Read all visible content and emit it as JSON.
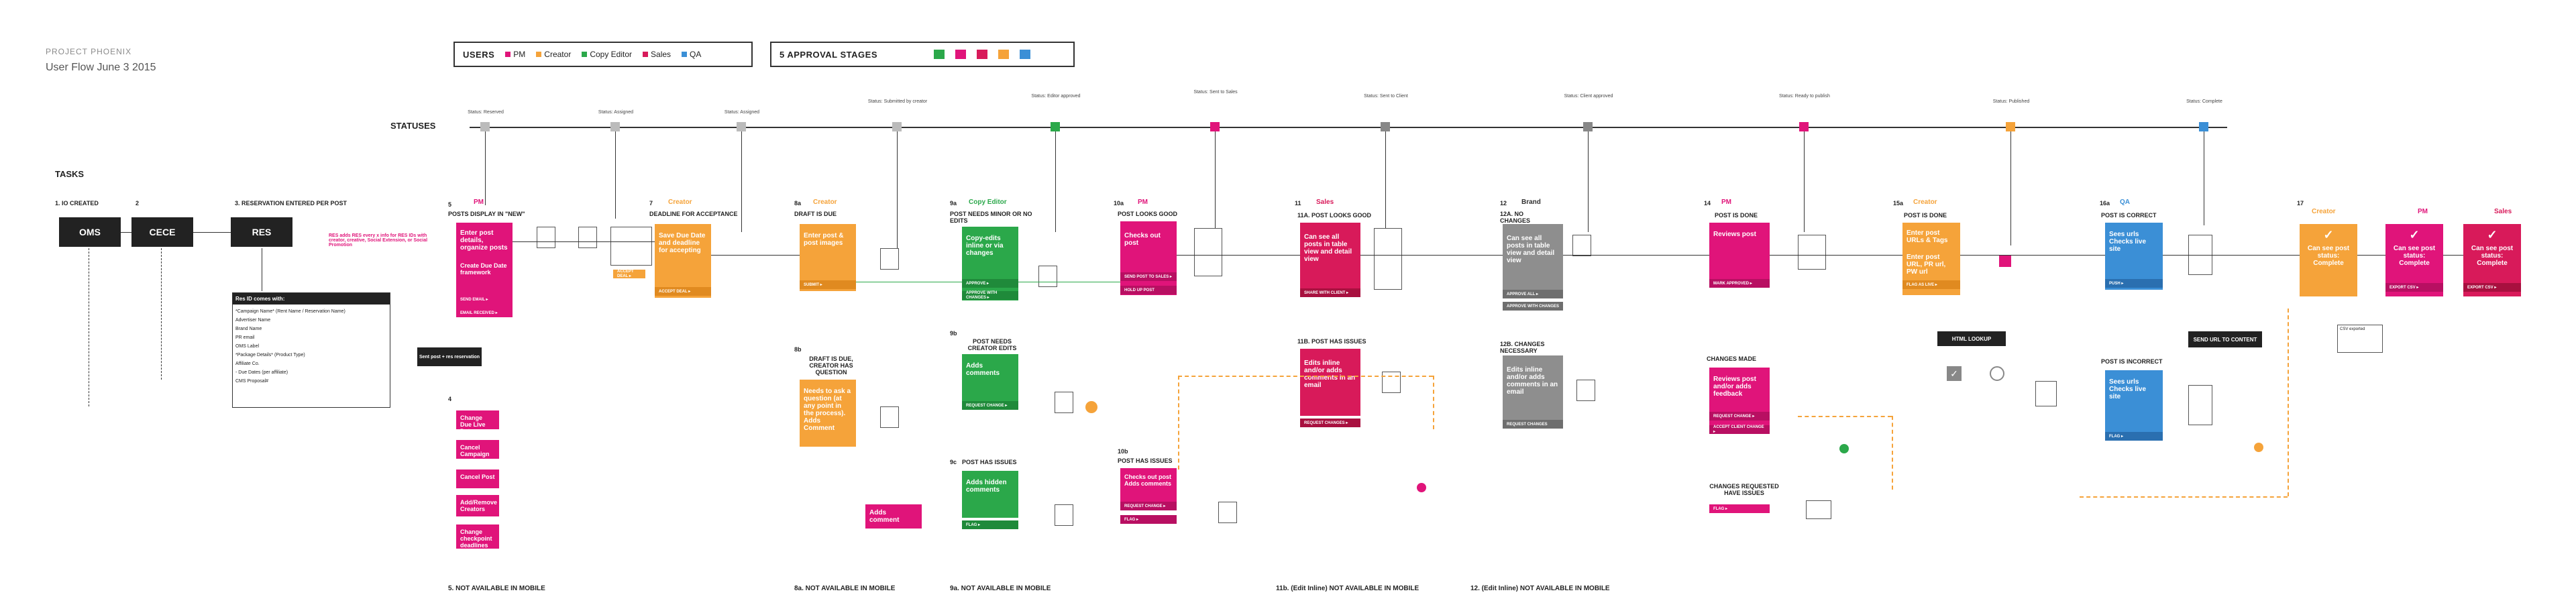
{
  "header": {
    "project": "PROJECT PHOENIX",
    "subtitle": "User Flow June 3 2015"
  },
  "legend_users": {
    "title": "USERS",
    "roles": [
      {
        "label": "PM",
        "color": "#e0147a"
      },
      {
        "label": "Creator",
        "color": "#f5a33a"
      },
      {
        "label": "Copy Editor",
        "color": "#2ba84a"
      },
      {
        "label": "Sales",
        "color": "#d81a5a"
      },
      {
        "label": "QA",
        "color": "#3b8fd6"
      }
    ]
  },
  "legend_stages": {
    "title": "5 APPROVAL STAGES",
    "colors": [
      "#2ba84a",
      "#e0147a",
      "#d81a5a",
      "#f5a33a",
      "#3b8fd6"
    ]
  },
  "labels": {
    "statuses": "STATUSES",
    "tasks": "TASKS"
  },
  "tasks": {
    "t1": "1. IO CREATED",
    "t2": "2",
    "t3": "3. RESERVATION ENTERED PER POST",
    "oms": "OMS",
    "cece": "CECE",
    "res": "RES",
    "t4": "4",
    "t5": "5",
    "t5_role": "PM",
    "t5_title": "POSTS DISPLAY IN \"NEW\"",
    "t7": "7",
    "t7_role": "Creator",
    "t7_title": "DEADLINE FOR ACCEPTANCE",
    "t8a": "8a",
    "t8a_role": "Creator",
    "t8a_title": "DRAFT IS DUE",
    "t8b": "8b",
    "t8b_title": "DRAFT IS DUE, CREATOR HAS QUESTION",
    "t9a": "9a",
    "t9a_role": "Copy Editor",
    "t9a_title": "POST NEEDS MINOR OR NO EDITS",
    "t9b": "9b",
    "t9b_title": "POST NEEDS CREATOR EDITS",
    "t9c": "9c",
    "t9c_title": "POST HAS ISSUES",
    "t10a": "10a",
    "t10a_role": "PM",
    "t10a_title": "POST LOOKS GOOD",
    "t10b": "10b",
    "t10b_title": "POST HAS ISSUES",
    "t11": "11",
    "t11_role": "Sales",
    "t11a_title": "11a. POST LOOKS GOOD",
    "t11b_title": "11b. POST HAS ISSUES",
    "t12": "12",
    "t12_role": "Brand",
    "t12a_title": "12a. NO CHANGES",
    "t12b_title": "12b. CHANGES NECESSARY",
    "t14": "14",
    "t14_role": "PM",
    "t14a_title": "POST IS DONE",
    "t14b_title": "CHANGES MADE",
    "t14c_title": "CHANGES REQUESTED HAVE ISSUES",
    "t15": "15a",
    "t15_role": "Creator",
    "t15_title": "POST IS DONE",
    "t16": "16a",
    "t16_role": "QA",
    "t16_title": "POST IS CORRECT",
    "t16b_title": "POST IS INCORRECT",
    "t17": "17",
    "t17_roles": [
      "Creator",
      "PM",
      "Sales"
    ]
  },
  "boxes": {
    "b5a": "Enter post details, organize posts",
    "b5b": "Create Due Date framework",
    "b5c": "SEND EMAIL ▸",
    "b5d": "EMAIL RECEIVED ▸",
    "b7": "Save Due Date and deadline for accepting",
    "b7btn": "ACCEPT DEAL ▸",
    "b8a": "Enter post & post images",
    "b8abtn": "SUBMIT ▸",
    "b8b": "Needs to ask a question (at any point in the process). Adds Comment",
    "b8bcomment": "Adds comment",
    "b9a": "Copy-edits inline or via changes",
    "b9abtn1": "APPROVE ▸",
    "b9abtn2": "APPROVE WITH CHANGES ▸",
    "b9b": "Adds comments",
    "b9bbtn": "REQUEST CHANGE ▸",
    "b9c": "Adds hidden comments",
    "b9cbtn": "FLAG ▸",
    "b10a": "Checks out post",
    "b10abtn1": "SEND POST TO SALES ▸",
    "b10abtn2": "HOLD UP POST",
    "b10b": "Checks out post Adds comments",
    "b10bbtn1": "REQUEST CHANGE ▸",
    "b10bbtn2": "FLAG ▸",
    "b11a": "Can see all posts in table view and detail view",
    "b11abtn": "SHARE WITH CLIENT ▸",
    "b11b": "Edits inline and/or adds comments in an email",
    "b11bbtn": "REQUEST CHANGES ▸",
    "b12a": "Can see all posts in table view and detail view",
    "b12abtn1": "APPROVE ALL ▸",
    "b12abtn2": "APPROVE WITH CHANGES",
    "b12b": "Edits inline and/or adds comments in an email",
    "b12bbtn": "REQUEST CHANGES",
    "b14a": "Reviews post",
    "b14abtn": "MARK APPROVED ▸",
    "b14b": "Reviews post and/or adds feedback",
    "b14bbtn1": "REQUEST CHANGE ▸",
    "b14bbtn2": "ACCEPT CLIENT CHANGE ▸",
    "b14cbtn": "FLAG ▸",
    "b15": "Enter post URLs & Tags",
    "b15b": "Enter post URL, PR url, PW url",
    "b15btn": "FLAG AS LIVE ▸",
    "b16a": "Sees urls Checks live site",
    "b16abtn": "PUSH ▸",
    "b16b": "Sees urls Checks live site",
    "b16bbtn": "FLAG ▸",
    "b17a": "Can see post status: Complete",
    "b17b": "Can see post status: Complete",
    "b17c": "Can see post status: Complete",
    "b17btn": "EXPORT CSV ▸",
    "html_lookup": "HTML LOOKUP",
    "send_url": "SEND URL TO CONTENT",
    "csv": "CSV exported"
  },
  "t4_boxes": [
    "Change Due Live Date",
    "Cancel Campaign",
    "Cancel Post",
    "Add/Remove Creators",
    "Change checkpoint deadlines"
  ],
  "res_detail": {
    "title": "Res ID comes with:",
    "lines": [
      "*Campaign Name* (Rent Name / Reservation Name)",
      "Advertiser Name",
      "Brand Name",
      "PR email",
      "OMS Label",
      "*Package Details* (Product Type)",
      "Affiliate Co.",
      "- Due Dates (per affiliate)",
      "CMS Proposal#"
    ]
  },
  "red_notes": [
    "RES adds RES every x info for RES IDs with creator, creative, Social Extension, or Social Promotion",
    "Sent post + res reservation"
  ],
  "statuses": [
    "Status: Reserved",
    "Status: Assigned",
    "Status: Assigned",
    "Status: Submitted by creator",
    "Status: Editor approved",
    "Status: Sent to Sales",
    "Status: Sent to Client",
    "Status: Client approved",
    "Status: Ready to publish",
    "Status: Published",
    "Status: Complete"
  ],
  "footer": [
    "5. NOT AVAILABLE IN MOBILE",
    "8a. NOT AVAILABLE IN MOBILE",
    "9a. NOT AVAILABLE IN MOBILE",
    "11b. (Edit Inline) NOT AVAILABLE IN MOBILE",
    "12. (Edit Inline) NOT AVAILABLE IN MOBILE"
  ]
}
